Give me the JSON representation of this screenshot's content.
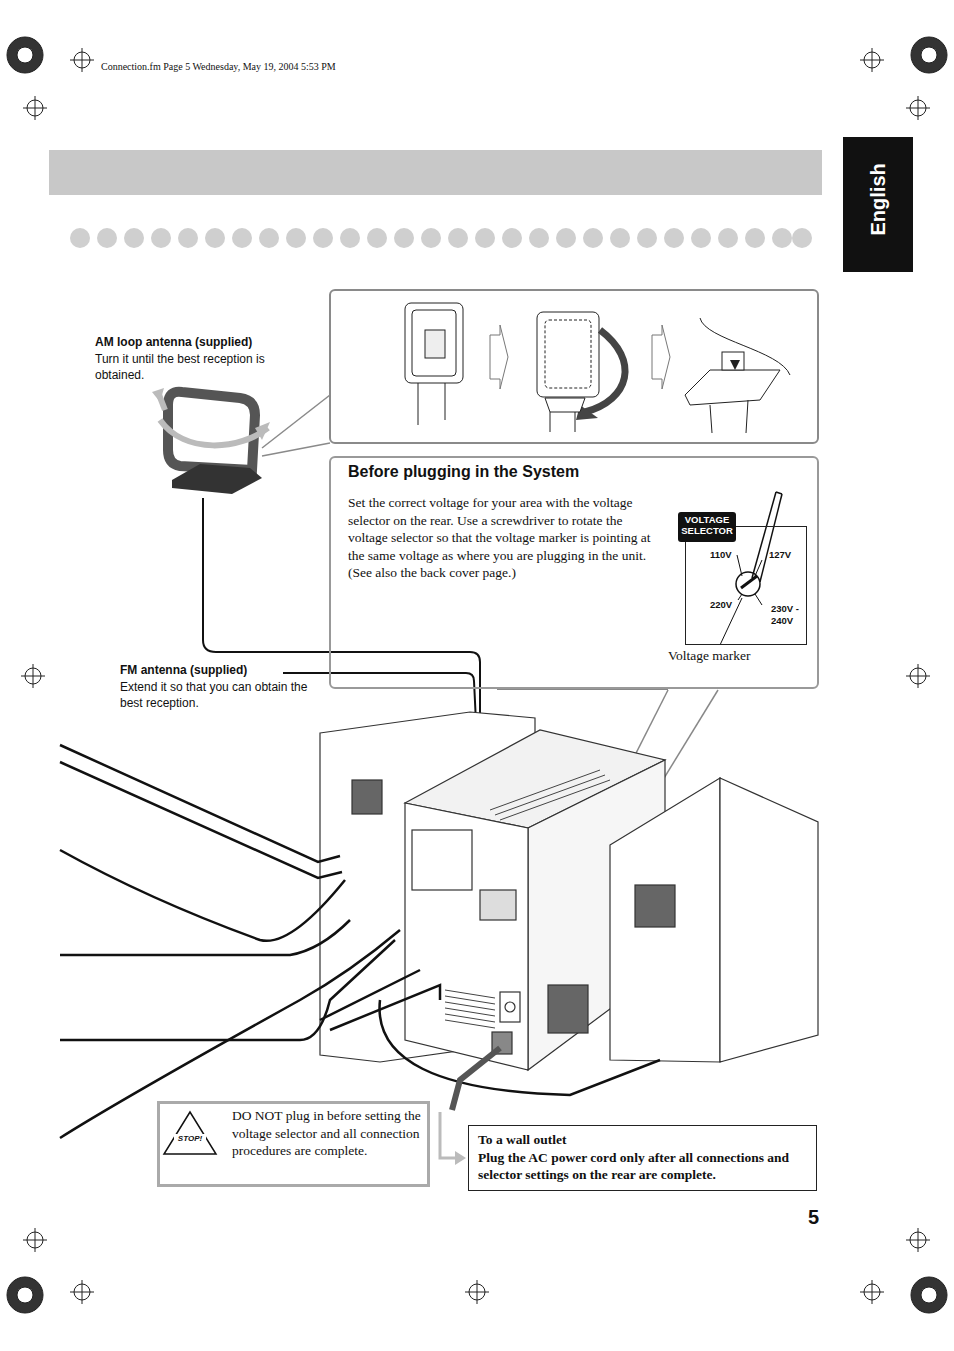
{
  "diagram": {
    "nodes": [
      {
        "text": [
          "English"
        ]
      },
      {
        "text": [
          "Before plugging in the System",
          "Set the correct voltage for your area with the voltage selector on the rear. Use a screwdriver to rotate the voltage selector so that the voltage marker is pointing at the same voltage as where you are plugging in the unit. (See also the back cover page.)"
        ]
      },
      {
        "text": [
          "VOLTAGE SELECTOR"
        ],
        "in": 1
      },
      {
        "text": [
          "110V",
          "127V",
          "220V",
          "230V - 240V"
        ],
        "in": 1
      },
      {
        "text": [
          "DO NOT plug in before setting the voltage selector and all connection procedures are complete."
        ]
      },
      {
        "text": [
          "To a wall outlet",
          "Plug the AC power cord only after all connections and selector settings on the rear are complete."
        ]
      }
    ],
    "labels": [
      "Connection.fm  Page 5  Wednesday, May 19, 2004  5:53 PM",
      "AM loop antenna (supplied)",
      "Turn it until the best reception is obtained.",
      "FM antenna (supplied)",
      "Extend it so that you can obtain the best reception.",
      "Voltage marker",
      "STOP!",
      "5"
    ]
  }
}
